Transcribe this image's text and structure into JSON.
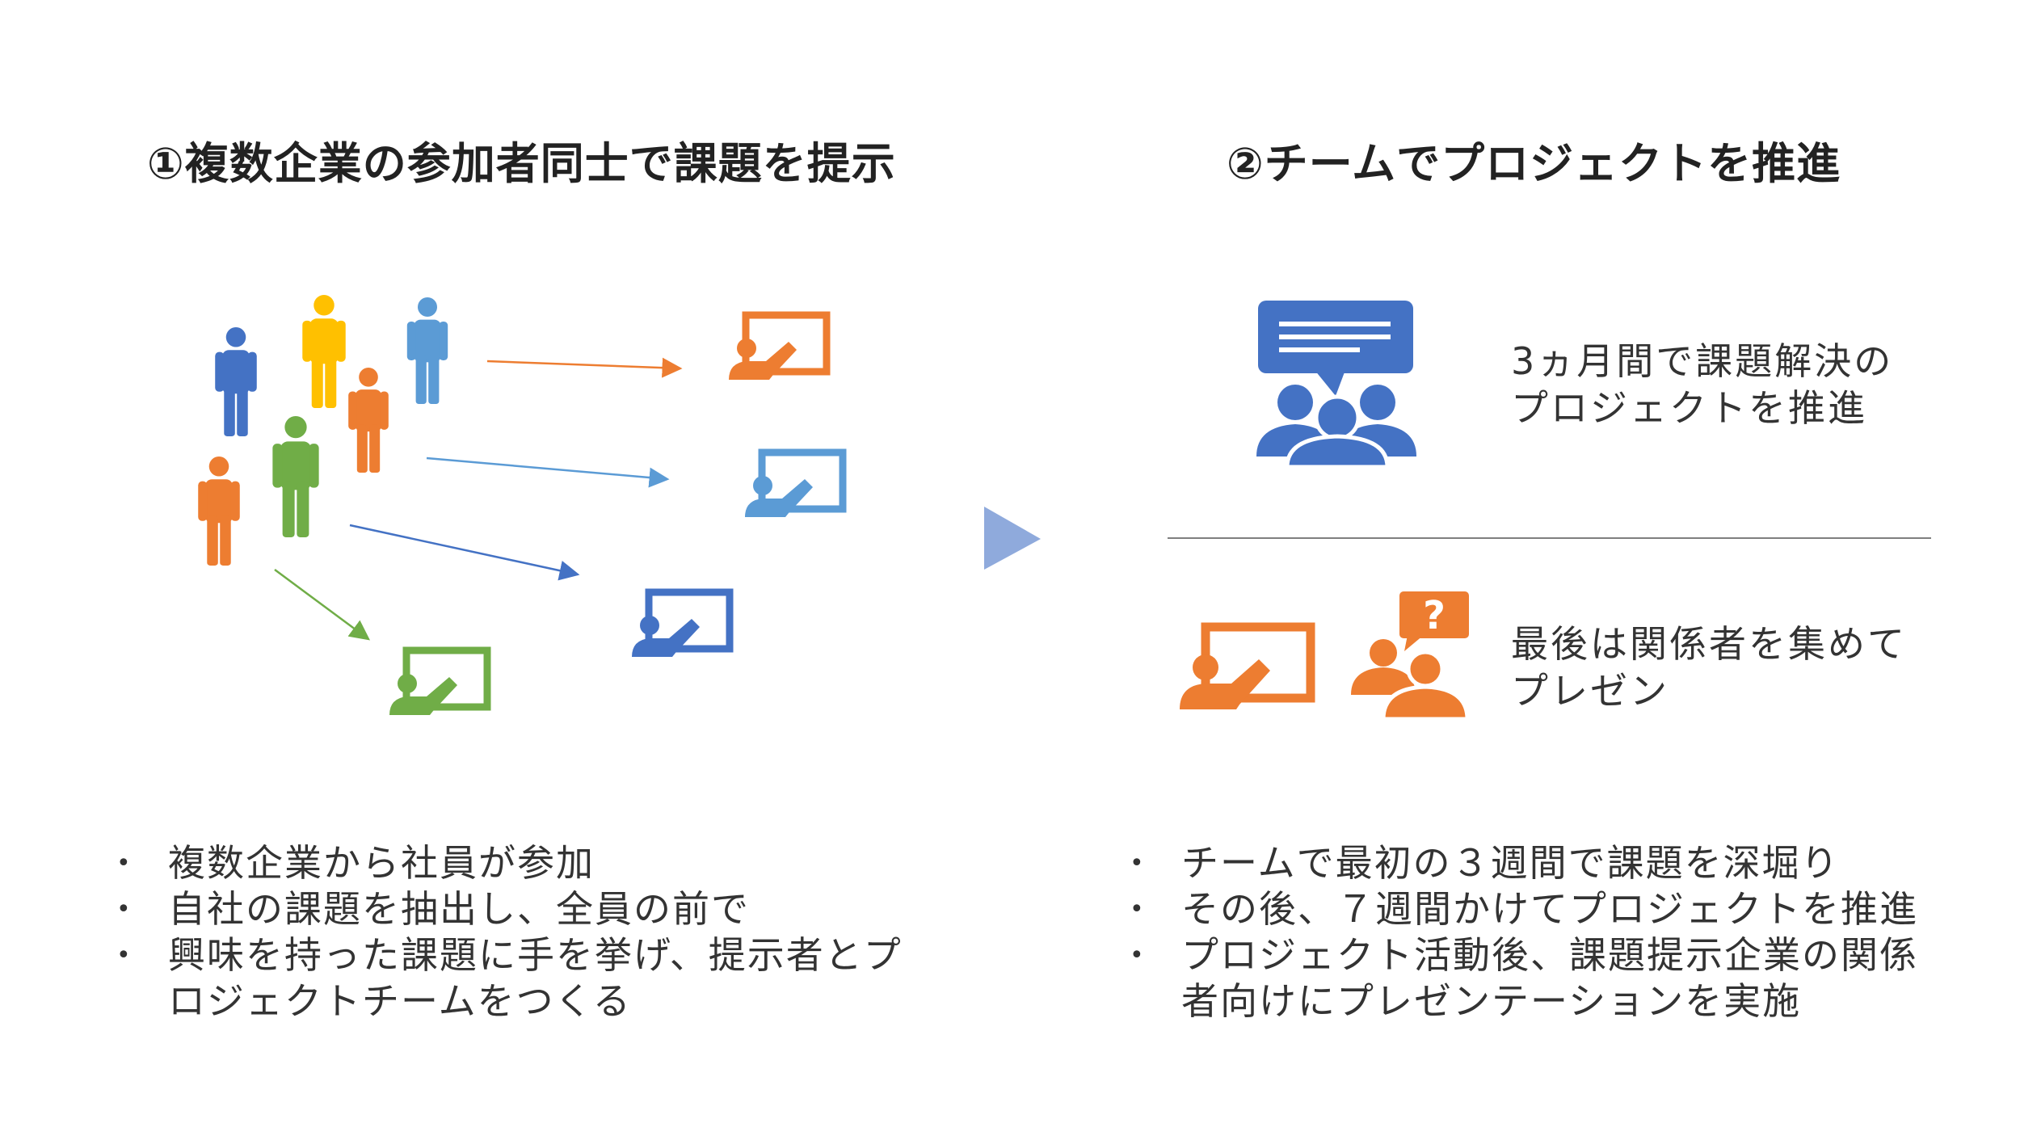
{
  "left": {
    "heading": "①複数企業の参加者同士で課題を提示",
    "bullets": [
      "複数企業から社員が参加",
      "自社の課題を抽出し、全員の前で",
      "興味を持った課題に手を挙げ、提示者とプ",
      "ロジェクトチームをつくる"
    ]
  },
  "right": {
    "heading": "②チームでプロジェクトを推進",
    "block1": [
      "3ヵ月間で課題解決の",
      "プロジェクトを推進"
    ],
    "block2": [
      "最後は関係者を集めて",
      "プレゼン"
    ],
    "bullets": [
      "チームで最初の３週間で課題を深堀り",
      "その後、７週間かけてプロジェクトを推進",
      "プロジェクト活動後、課題提示企業の関係",
      "者向けにプレゼンテーションを実施"
    ]
  },
  "colors": {
    "orange": "#ED7D31",
    "blue": "#4472C4",
    "light_blue": "#5B9BD5",
    "yellow": "#FFC000",
    "green": "#70AD47",
    "arrow": "#8FAADC"
  },
  "icons": [
    "person-icon",
    "presenter-board-icon",
    "meeting-chat-icon",
    "question-group-icon",
    "next-arrow-icon"
  ]
}
